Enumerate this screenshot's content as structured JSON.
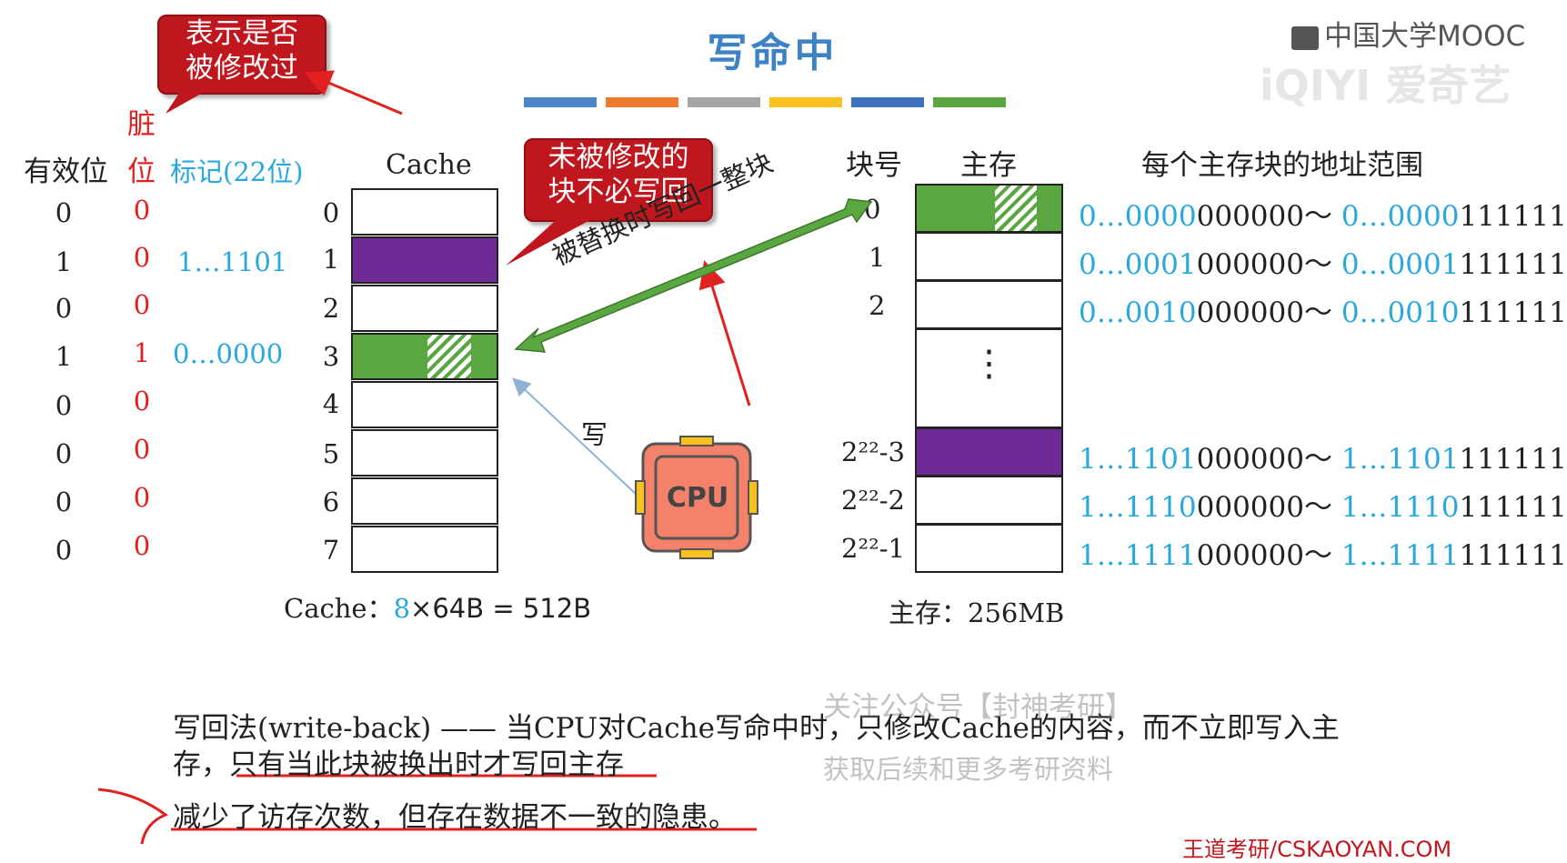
{
  "title": "写命中",
  "colors": {
    "bar": [
      "#4a86c8",
      "#ed7a2f",
      "#a5a5a5",
      "#f7c21e",
      "#3f6fbf",
      "#5aa641"
    ],
    "green": "#5aa641",
    "purple": "#6f2a96",
    "red": "#e0211f",
    "blue": "#29a8df",
    "callout": "#c0161d"
  },
  "callouts": {
    "dirty_line1": "表示是否",
    "dirty_line2": "被修改过",
    "unmodified_line1": "未被修改的",
    "unmodified_line2": "块不必写回"
  },
  "table": {
    "valid_header": "有效位",
    "dirty_header_top": "脏",
    "dirty_header_bottom": "位",
    "tag_header": "标记(22位)",
    "cache_header": "Cache",
    "rows": [
      {
        "valid": "0",
        "dirty": "0",
        "tag": "",
        "index": "0"
      },
      {
        "valid": "1",
        "dirty": "0",
        "tag": "1…1101",
        "index": "1"
      },
      {
        "valid": "0",
        "dirty": "0",
        "tag": "",
        "index": "2"
      },
      {
        "valid": "1",
        "dirty": "1",
        "tag": "0…0000",
        "index": "3"
      },
      {
        "valid": "0",
        "dirty": "0",
        "tag": "",
        "index": "4"
      },
      {
        "valid": "0",
        "dirty": "0",
        "tag": "",
        "index": "5"
      },
      {
        "valid": "0",
        "dirty": "0",
        "tag": "",
        "index": "6"
      },
      {
        "valid": "0",
        "dirty": "0",
        "tag": "",
        "index": "7"
      }
    ]
  },
  "cache_size": {
    "prefix": "Cache：",
    "count": "8",
    "rest": "×64B = 512B"
  },
  "arrow_label": "被替换时写回一整块",
  "write_label": "写",
  "cpu_label": "CPU",
  "memory": {
    "block_header": "块号",
    "mem_header": "主存",
    "range_header": "每个主存块的地址范围",
    "block_labels": [
      "0",
      "1",
      "2",
      "2²²-3",
      "2²²-2",
      "2²²-1"
    ],
    "ellipsis": "⋮",
    "ranges": [
      {
        "tag_a": "0…0000",
        "off_a": "000000",
        "sep": "～",
        "tag_b": "0…0000",
        "off_b": "111111"
      },
      {
        "tag_a": "0…0001",
        "off_a": "000000",
        "sep": "～",
        "tag_b": "0…0001",
        "off_b": "111111"
      },
      {
        "tag_a": "0…0010",
        "off_a": "000000",
        "sep": "～",
        "tag_b": "0…0010",
        "off_b": "111111"
      },
      {
        "tag_a": "1…1101",
        "off_a": "000000",
        "sep": "～",
        "tag_b": "1…1101",
        "off_b": "111111"
      },
      {
        "tag_a": "1…1110",
        "off_a": "000000",
        "sep": "～",
        "tag_b": "1…1110",
        "off_b": "111111"
      },
      {
        "tag_a": "1…1111",
        "off_a": "000000",
        "sep": "～",
        "tag_b": "1…1111",
        "off_b": "111111"
      }
    ],
    "size": "主存：256MB"
  },
  "text": {
    "line1": "写回法(write-back) —— 当CPU对Cache写命中时，只修改Cache的内容，而不立即写入主",
    "line2_a": "存，",
    "line2_b": "只有当此块被换出时才写回主存",
    "line3": "减少了访存次数，但存在数据不一致的隐患。"
  },
  "watermarks": {
    "mooc": "中国大学MOOC",
    "iqiyi": "iQIYI 爱奇艺",
    "follow": "关注公众号【封神考研】",
    "more": "获取后续和更多考研资料",
    "footer": "王道考研/CSKAOYAN.COM"
  }
}
